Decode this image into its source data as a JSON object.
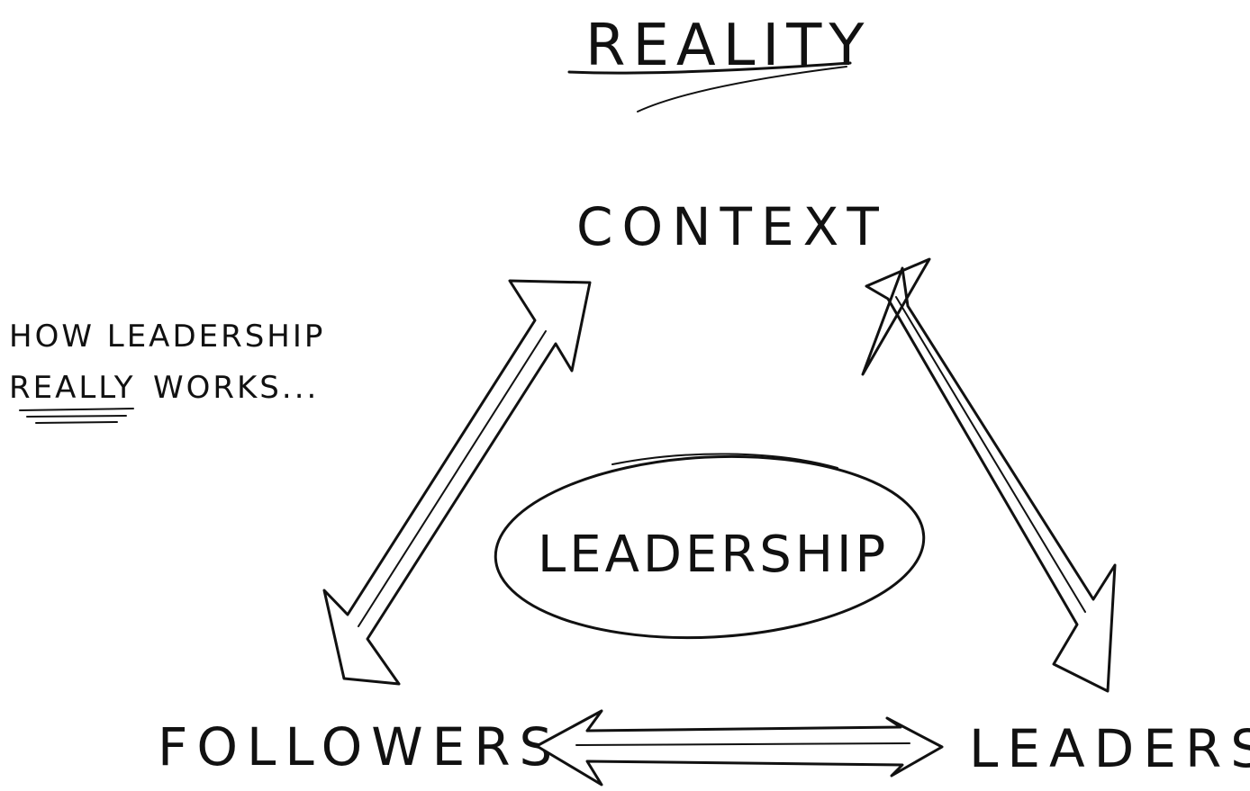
{
  "diagram": {
    "title": "REALITY",
    "side_note": {
      "line1": "HOW LEADERSHIP",
      "line2_emphasis": "REALLY",
      "line2_rest": "WORKS..."
    },
    "nodes": {
      "top": "CONTEXT",
      "bottom_left": "FOLLOWERS",
      "bottom_right": "LEADERS"
    },
    "center": "LEADERSHIP",
    "colors": {
      "ink": "#111111",
      "paper": "#ffffff"
    }
  }
}
